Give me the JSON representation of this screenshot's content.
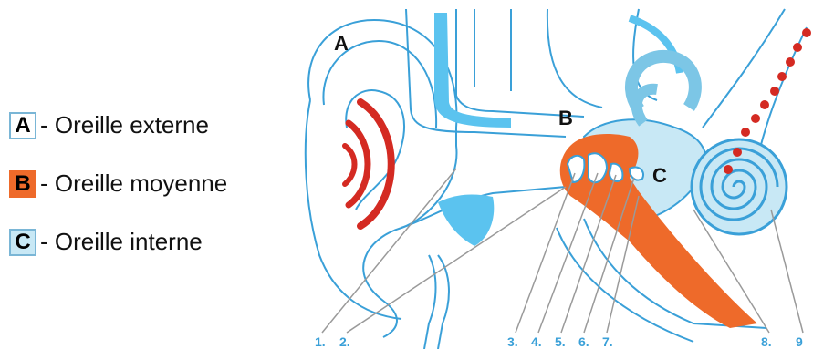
{
  "legend": [
    {
      "key": "A",
      "label": "- Oreille externe",
      "color": "#ffffff"
    },
    {
      "key": "B",
      "label": "- Oreille moyenne",
      "color": "#ee6a2a"
    },
    {
      "key": "C",
      "label": "- Oreille interne",
      "color": "#c8e8f5"
    }
  ],
  "regions": {
    "a": "A",
    "b": "B",
    "c": "C"
  },
  "numbers": [
    "1.",
    "2.",
    "3.",
    "4.",
    "5.",
    "6.",
    "7.",
    "8.",
    "9"
  ],
  "colors": {
    "outline": "#3aa0d8",
    "fluid": "#5bc3ef",
    "inner": "#c8e8f5",
    "middle": "#ee6a2a",
    "sound": "#d42a22",
    "pointer": "#9a9a9a"
  }
}
